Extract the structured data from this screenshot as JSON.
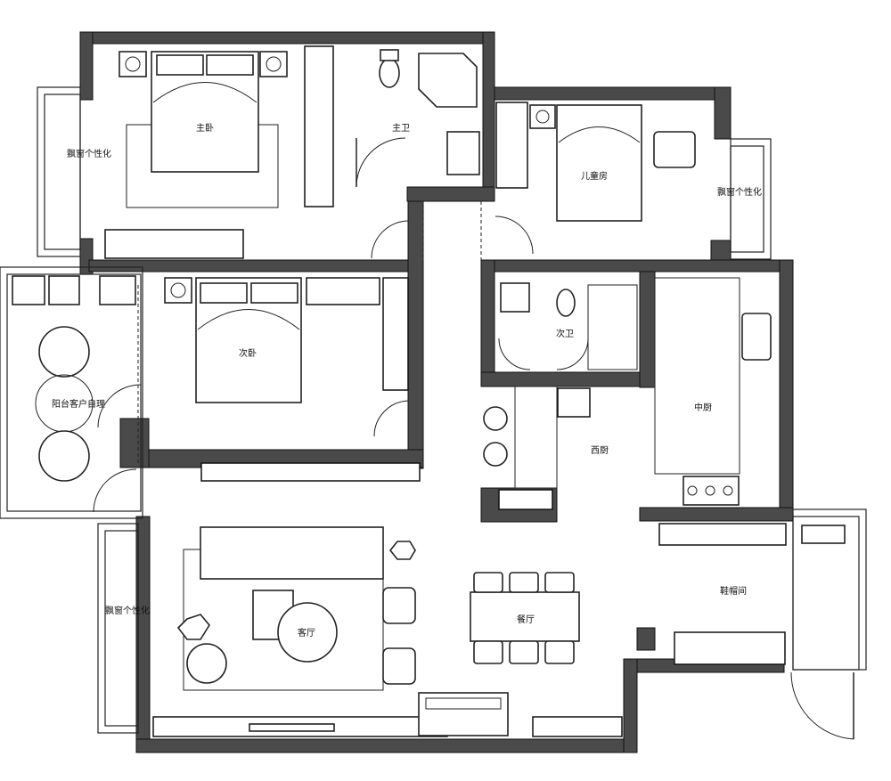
{
  "rooms": {
    "master_bedroom": "主卧",
    "master_bath": "主卫",
    "kids_room": "儿童房",
    "bay_window_1": "飘窗个性化",
    "bay_window_2": "飘窗个性化",
    "bay_window_3": "飘窗个性化",
    "second_bedroom": "次卧",
    "second_bath": "次卫",
    "balcony": "阳台客户自理",
    "chinese_kitchen": "中厨",
    "western_kitchen": "西厨",
    "dining_room": "餐厅",
    "living_room": "客厅",
    "cloakroom": "鞋帽间"
  },
  "colors": {
    "wall": "#4a4a4a",
    "line": "#222222",
    "background": "#ffffff"
  }
}
